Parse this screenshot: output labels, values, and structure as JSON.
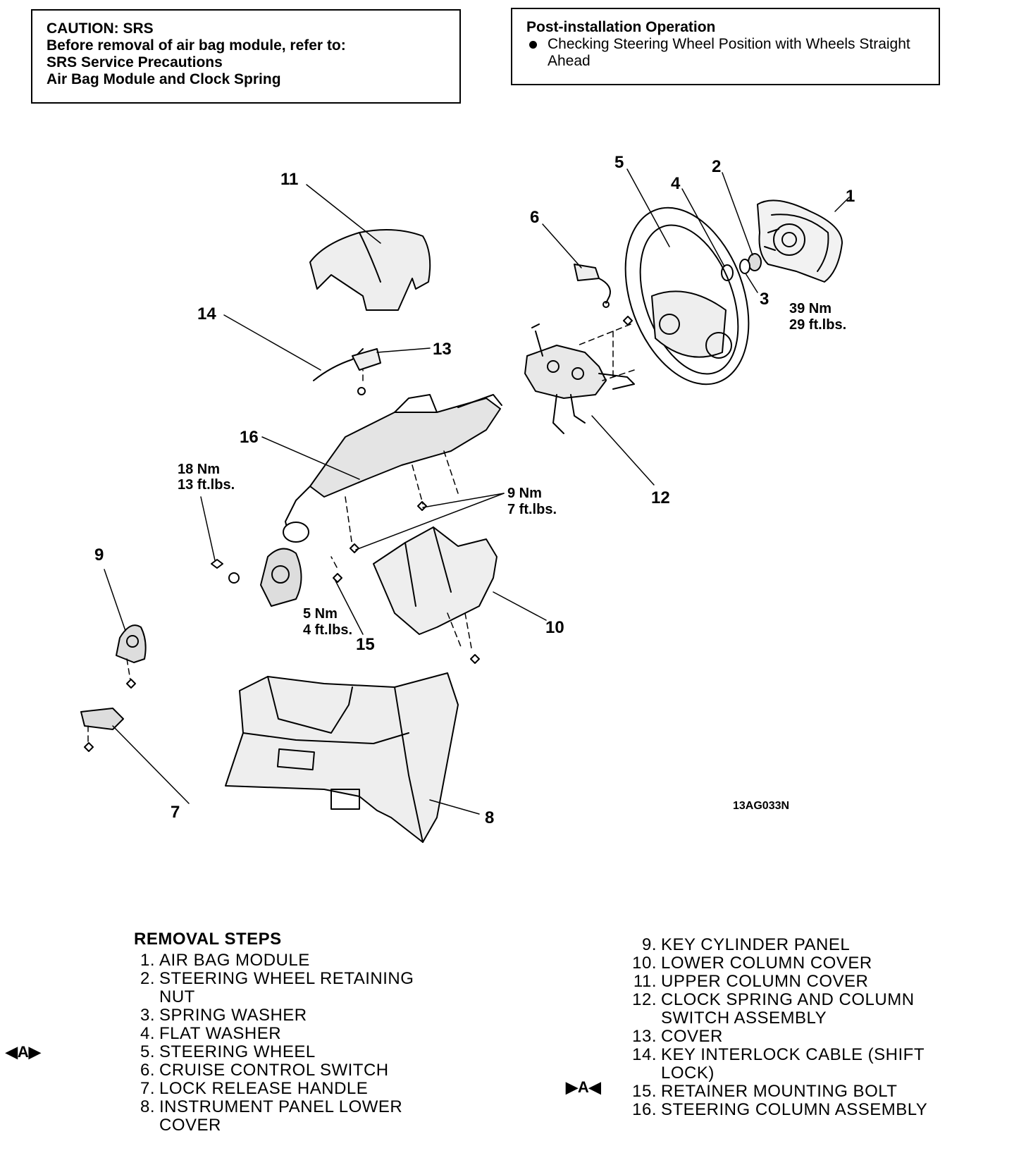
{
  "caution": {
    "lines": [
      "CAUTION: SRS",
      "Before removal of air bag module, refer to:",
      "SRS Service Precautions",
      "Air Bag Module and Clock Spring"
    ]
  },
  "post_installation": {
    "title": "Post-installation Operation",
    "items": [
      "Checking Steering Wheel Position with Wheels Straight Ahead"
    ]
  },
  "callouts": {
    "c1": "1",
    "c2": "2",
    "c3": "3",
    "c4": "4",
    "c5": "5",
    "c6": "6",
    "c7": "7",
    "c8": "8",
    "c9": "9",
    "c10": "10",
    "c11": "11",
    "c12": "12",
    "c13": "13",
    "c14": "14",
    "c15": "15",
    "c16": "16"
  },
  "torques": {
    "t39_nm": "39 Nm",
    "t39_ft": "29 ft.lbs.",
    "t18_nm": "18 Nm",
    "t18_ft": "13 ft.lbs.",
    "t9_nm": "9 Nm",
    "t9_ft": "7 ft.lbs.",
    "t5_nm": "5 Nm",
    "t5_ft": "4 ft.lbs."
  },
  "figure_code": "13AG033N",
  "removal": {
    "heading": "REMOVAL STEPS",
    "left": [
      {
        "num": "1.",
        "text": "AIR BAG MODULE"
      },
      {
        "num": "2.",
        "text": "STEERING WHEEL RETAINING NUT"
      },
      {
        "num": "3.",
        "text": "SPRING WASHER"
      },
      {
        "num": "4.",
        "text": "FLAT WASHER"
      },
      {
        "num": "5.",
        "text": "STEERING WHEEL"
      },
      {
        "num": "6.",
        "text": "CRUISE CONTROL SWITCH"
      },
      {
        "num": "7.",
        "text": "LOCK RELEASE HANDLE"
      },
      {
        "num": "8.",
        "text": "INSTRUMENT PANEL LOWER COVER"
      }
    ],
    "right": [
      {
        "num": "9.",
        "text": "KEY CYLINDER PANEL"
      },
      {
        "num": "10.",
        "text": "LOWER COLUMN COVER"
      },
      {
        "num": "11.",
        "text": "UPPER COLUMN COVER"
      },
      {
        "num": "12.",
        "text": "CLOCK SPRING AND COLUMN SWITCH ASSEMBLY"
      },
      {
        "num": "13.",
        "text": "COVER"
      },
      {
        "num": "14.",
        "text": "KEY INTERLOCK CABLE (SHIFT LOCK)"
      },
      {
        "num": "15.",
        "text": "RETAINER MOUNTING BOLT"
      },
      {
        "num": "16.",
        "text": "STEERING COLUMN ASSEMBLY"
      }
    ],
    "marker_removal": "◀A▶",
    "marker_install": "▶A◀"
  }
}
